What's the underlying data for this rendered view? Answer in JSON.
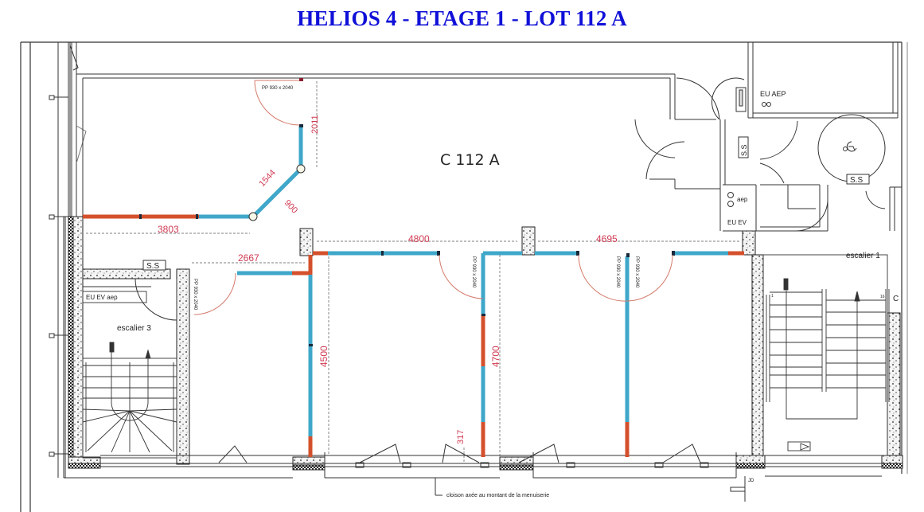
{
  "title": "HELIOS 4 - ETAGE 1 - LOT 112 A",
  "colors": {
    "title": "#1010d8",
    "dimension_text": "#d03a52",
    "partition_blue": "#3fa7c9",
    "partition_red": "#d4502c",
    "door_arc": "#d47a6a",
    "line": "#333333"
  },
  "room_label": "C 112 A",
  "dimensions": {
    "d2011": "2011",
    "d1544": "1544",
    "d900": "900",
    "d3803": "3803",
    "d2667": "2667",
    "d4800": "4800",
    "d4695": "4695",
    "d4500": "4500",
    "d4700": "4700",
    "d317": "317"
  },
  "door_labels": {
    "top": "PP 930 x 2040",
    "left": "PP 930 x 2040",
    "mid": "PP 930 x 2040",
    "right_a": "PP 930 x 2040",
    "right_b": "PP 930 x 2040"
  },
  "labels": {
    "eu_aep": "EU AEP",
    "aep": "aep",
    "eu_ev": "EU EV",
    "eu_ev_aep": "EU EV aep",
    "ss_1": "S.S",
    "ss_2": "S.S",
    "ss_3": "S.S",
    "escalier_1": "escalier 1",
    "escalier_3": "escalier 3",
    "step_1": "1",
    "step_16": "16",
    "c_mark": "C",
    "jd": "JD",
    "note": "cloison axée au montant de la menuiserie"
  }
}
